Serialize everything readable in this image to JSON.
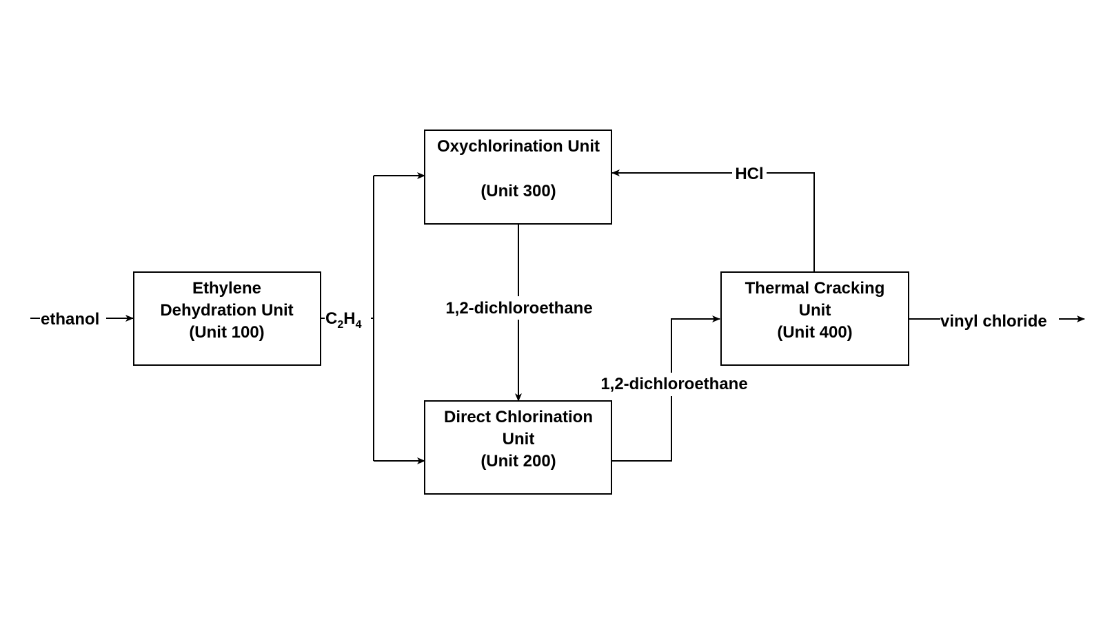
{
  "units": {
    "u100": {
      "line1": "Ethylene",
      "line2": "Dehydration Unit",
      "line3": "(Unit 100)"
    },
    "u200": {
      "line1": "Direct Chlorination",
      "line2": "Unit",
      "line3": "(Unit 200)"
    },
    "u300": {
      "line1": "Oxychlorination Unit",
      "line2": "(Unit 300)"
    },
    "u400": {
      "line1": "Thermal Cracking",
      "line2": "Unit",
      "line3": "(Unit 400)"
    }
  },
  "streams": {
    "feed": "ethanol",
    "ethylene": {
      "main1": "C",
      "sub1": "2",
      "main2": "H",
      "sub2": "4"
    },
    "edc_from_300": "1,2-dichloroethane",
    "edc_from_200": "1,2-dichloroethane",
    "hcl": "HCl",
    "product": "vinyl chloride"
  }
}
